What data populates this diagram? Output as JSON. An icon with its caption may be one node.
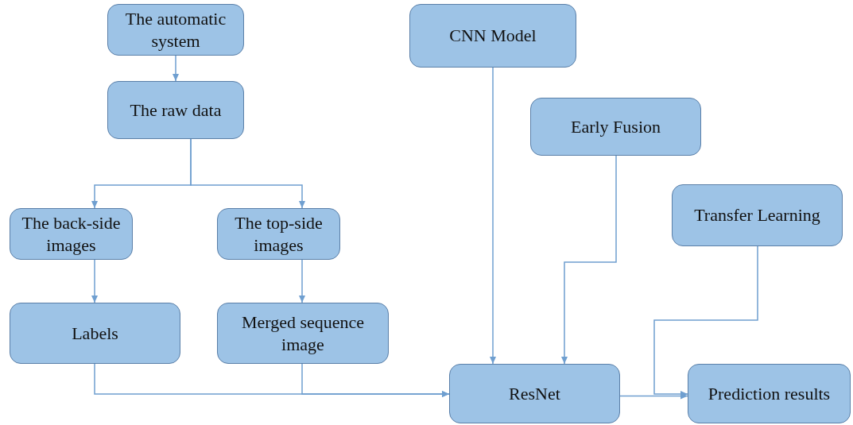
{
  "diagram": {
    "nodes": [
      {
        "text": [
          "The automatic system"
        ]
      },
      {
        "text": [
          "The raw data"
        ]
      },
      {
        "text": [
          "The back-side images"
        ]
      },
      {
        "text": [
          "The top-side images"
        ]
      },
      {
        "text": [
          "Labels"
        ]
      },
      {
        "text": [
          "Merged sequence image"
        ]
      },
      {
        "text": [
          "CNN Model"
        ]
      },
      {
        "text": [
          "Early Fusion"
        ]
      },
      {
        "text": [
          "Transfer Learning"
        ]
      },
      {
        "text": [
          "ResNet"
        ]
      },
      {
        "text": [
          "Prediction results"
        ]
      }
    ],
    "edges": [
      {
        "from": 0,
        "to": 1,
        "arrow": "to"
      },
      {
        "from": 1,
        "to": 2,
        "arrow": "to"
      },
      {
        "from": 1,
        "to": 3,
        "arrow": "to"
      },
      {
        "from": 2,
        "to": 4,
        "arrow": "to"
      },
      {
        "from": 3,
        "to": 5,
        "arrow": "to"
      },
      {
        "from": 4,
        "to": 9,
        "arrow": "to"
      },
      {
        "from": 5,
        "to": 9,
        "arrow": "to"
      },
      {
        "from": 6,
        "to": 9,
        "arrow": "to"
      },
      {
        "from": 7,
        "to": 9,
        "arrow": "to"
      },
      {
        "from": 8,
        "to": 10,
        "arrow": "to"
      },
      {
        "from": 9,
        "to": 10,
        "arrow": "to"
      }
    ]
  }
}
